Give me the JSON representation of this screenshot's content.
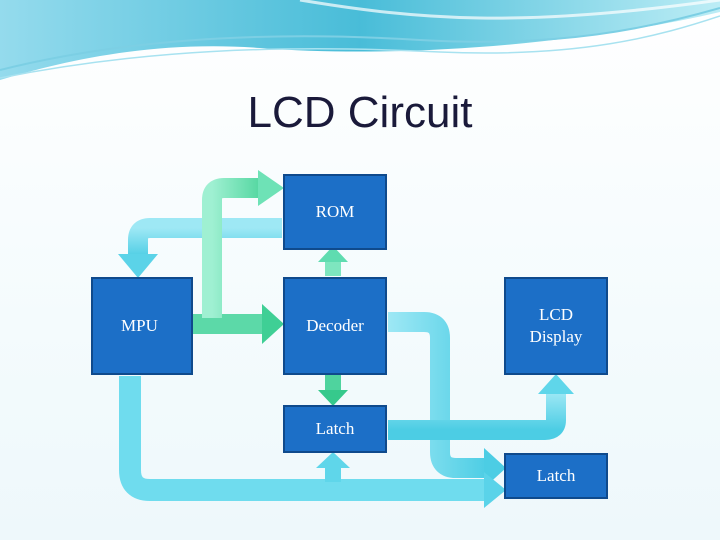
{
  "slide": {
    "title": "LCD Circuit",
    "blocks": {
      "rom": "ROM",
      "mpu": "MPU",
      "decoder": "Decoder",
      "lcd_display": "LCD Display",
      "latch_middle": "Latch",
      "latch_bottom": "Latch"
    }
  },
  "colors": {
    "block_fill": "#1c6fc7",
    "block_border": "#0f4a8c",
    "arrow_cyan": "#5fd6ea",
    "arrow_green": "#7ee6bf",
    "banner": "#3fb9d6"
  }
}
